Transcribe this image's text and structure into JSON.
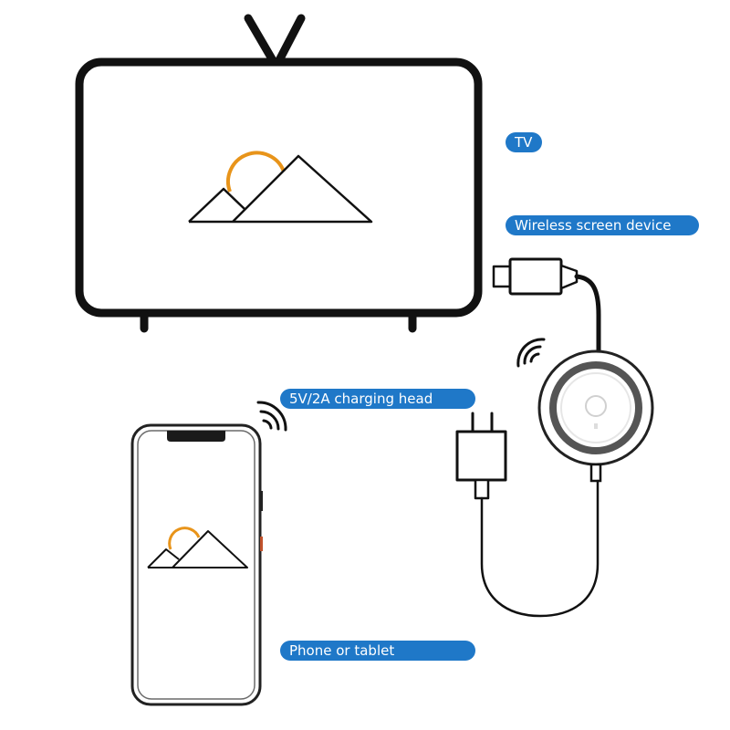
{
  "labels": {
    "tv": "TV",
    "wireless_device": "Wireless screen device",
    "charging_head": "5V/2A charging head",
    "phone": "Phone or tablet"
  },
  "colors": {
    "label_bg": "#1f78c8",
    "sun": "#e8941a",
    "line": "#111111"
  },
  "icons": [
    "tv-icon",
    "mountain-sun-icon",
    "hdmi-connector-icon",
    "wifi-signal-icon",
    "dongle-icon",
    "power-adapter-icon",
    "smartphone-icon"
  ]
}
